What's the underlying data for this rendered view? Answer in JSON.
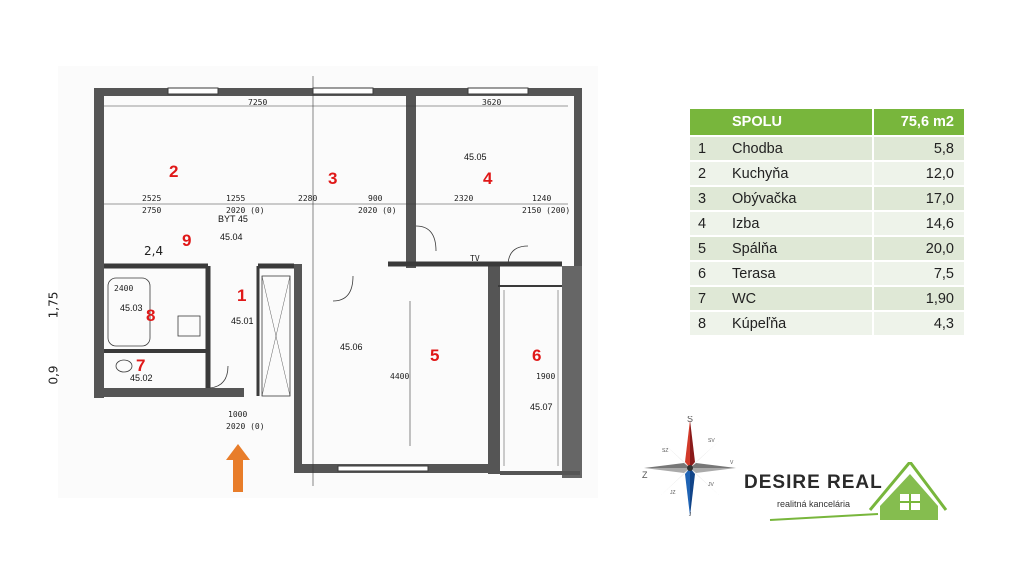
{
  "plan": {
    "room_numbers": [
      "1",
      "2",
      "3",
      "4",
      "5",
      "6",
      "7",
      "8",
      "9"
    ],
    "handwritten": {
      "top": "2,4",
      "side1": "1,75",
      "side2": "0,9"
    },
    "room_codes": {
      "byt": "BYT 45",
      "r4504": "45.04",
      "r4505": "45.05",
      "r4501": "45.01",
      "r4503": "45.03",
      "r4502": "45.02",
      "r4506": "45.06",
      "r4507": "45.07"
    },
    "dims": {
      "d7250": "7250",
      "d3620": "3620",
      "d2525": "2525",
      "d1255": "1255",
      "d2280": "2280",
      "d900": "900",
      "d2320": "2320",
      "d1240": "1240",
      "d2750": "2750",
      "d2020a": "2020 (0)",
      "d2020b": "2020 (0)",
      "d2150": "2150 (200)",
      "d1000": "1000",
      "d2020c": "2020 (0)",
      "d4400": "4400",
      "d1900": "1900",
      "d2400": "2400",
      "tv": "TV"
    }
  },
  "summary": {
    "header": {
      "label": "SPOLU",
      "value": "75,6 m2"
    },
    "rows": [
      {
        "num": "1",
        "name": "Chodba",
        "area": "5,8"
      },
      {
        "num": "2",
        "name": "Kuchyňa",
        "area": "12,0"
      },
      {
        "num": "3",
        "name": "Obývačka",
        "area": "17,0"
      },
      {
        "num": "4",
        "name": "Izba",
        "area": "14,6"
      },
      {
        "num": "5",
        "name": "Spálňa",
        "area": "20,0"
      },
      {
        "num": "6",
        "name": "Terasa",
        "area": "7,5"
      },
      {
        "num": "7",
        "name": "WC",
        "area": "1,90"
      },
      {
        "num": "8",
        "name": "Kúpeľňa",
        "area": "4,3"
      }
    ]
  },
  "compass": {
    "s": "S",
    "sv": "SV",
    "sz": "SZ",
    "v": "V",
    "z": "Z",
    "jz": "JZ",
    "jv": "JV",
    "j": "J"
  },
  "brand": {
    "name": "DESIRE REAL",
    "tagline": "realitná kancelária",
    "green": "#78b63c"
  },
  "colors": {
    "room_label": "#e01818",
    "arrow": "#e87d2a",
    "wall": "#3a3a3a"
  }
}
